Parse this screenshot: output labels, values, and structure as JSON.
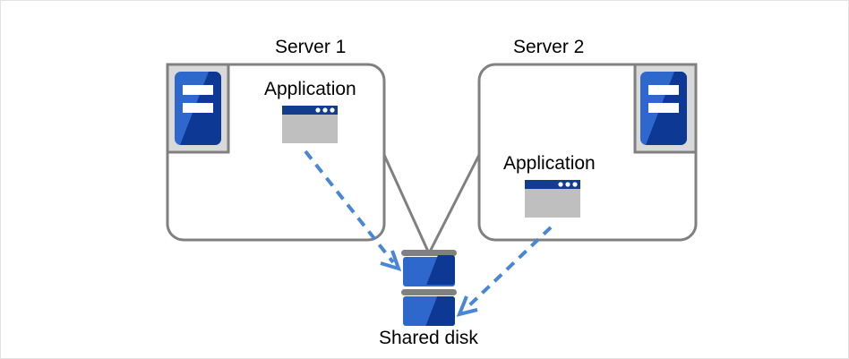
{
  "diagram": {
    "title_visible": false,
    "nodes": {
      "server1": {
        "label": "Server 1",
        "app_label": "Application",
        "server_icon_name": "server-icon",
        "app_icon_name": "application-window-icon"
      },
      "server2": {
        "label": "Server 2",
        "app_label": "Application",
        "server_icon_name": "server-icon",
        "app_icon_name": "application-window-icon"
      },
      "shared_disk": {
        "label": "Shared disk",
        "icon_name": "disk-stack-icon",
        "platters": 2
      }
    },
    "connections": [
      {
        "from": "server1",
        "to": "shared_disk",
        "style": "solid",
        "color": "#808080"
      },
      {
        "from": "server2",
        "to": "shared_disk",
        "style": "solid",
        "color": "#808080"
      },
      {
        "from": "server1.application",
        "to": "shared_disk",
        "style": "dashed-arrow",
        "color": "#4A86D6"
      },
      {
        "from": "server2.application",
        "to": "shared_disk",
        "style": "dashed-arrow",
        "color": "#4A86D6"
      }
    ],
    "colors": {
      "box_stroke": "#808080",
      "canvas_border": "#e3e3e3",
      "icon_blue_light": "#2F68CC",
      "icon_blue_dark": "#0D3894",
      "icon_frame_gray": "#808080",
      "icon_fill_gray": "#D9D9D9",
      "window_body_gray": "#BFBFBF",
      "window_titlebar": "#123C8C",
      "arrow_blue": "#4A86D6",
      "text": "#000000"
    }
  }
}
